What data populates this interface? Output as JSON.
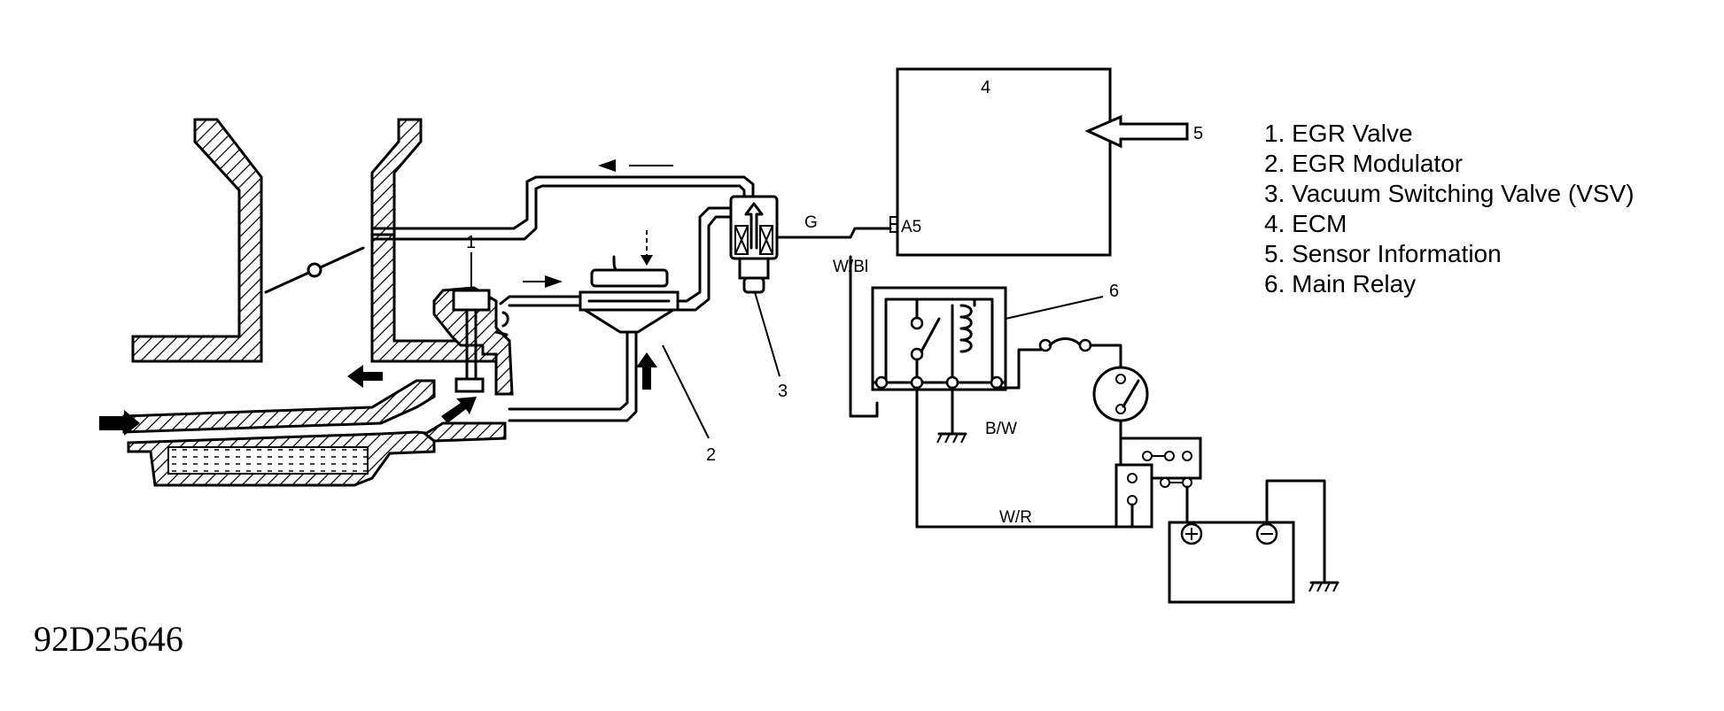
{
  "labels": {
    "egr_valve_num": "1",
    "modulator_num": "2",
    "vsv_num": "3",
    "ecm_num": "4",
    "sensor_num": "5",
    "relay_num": "6",
    "wire_g": "G",
    "pin_a5": "A5",
    "wire_wbl": "W/Bl",
    "wire_bw": "B/W",
    "wire_wr": "W/R"
  },
  "legend": {
    "items": [
      "1. EGR Valve",
      "2. EGR Modulator",
      "3. Vacuum Switching Valve (VSV)",
      "4. ECM",
      "5. Sensor Information",
      "6. Main Relay"
    ]
  },
  "figure_id": "92D25646"
}
